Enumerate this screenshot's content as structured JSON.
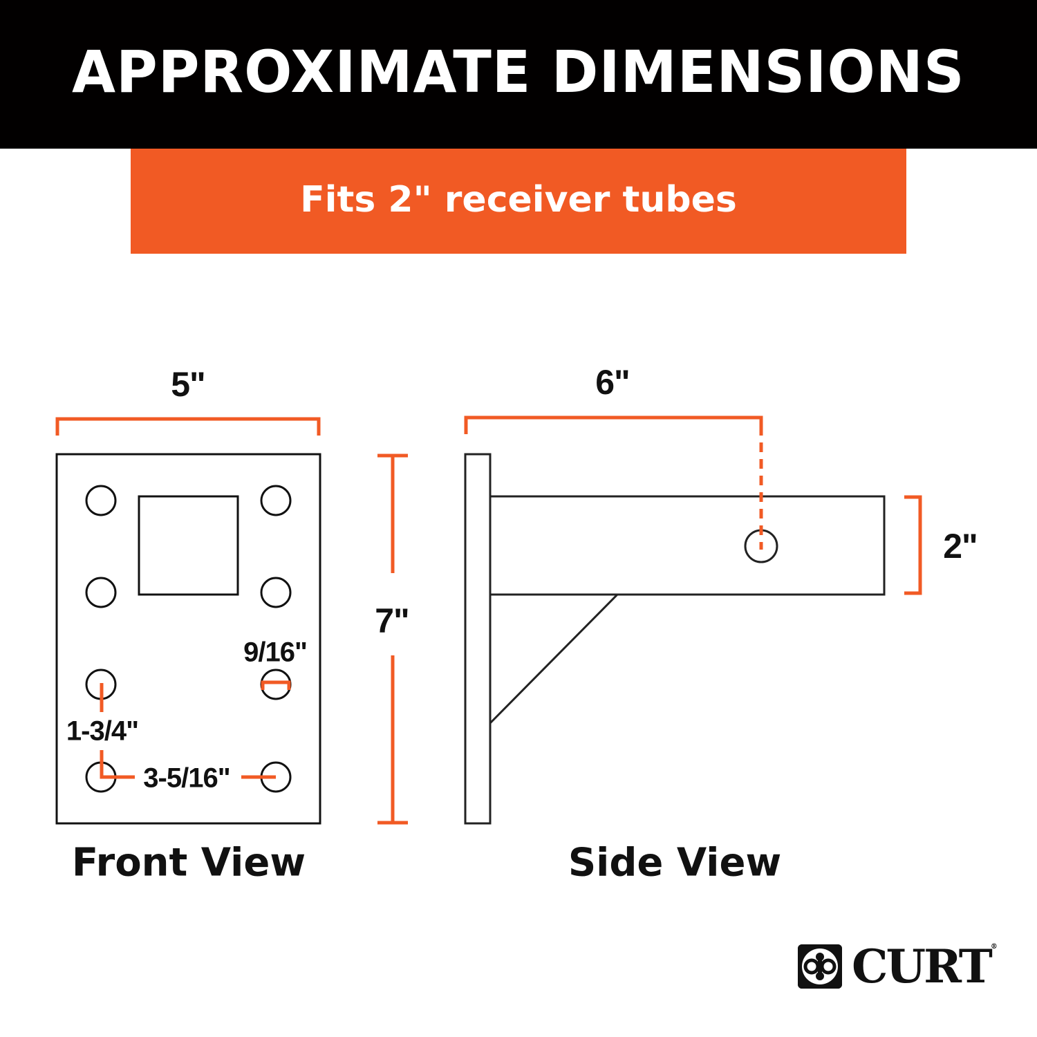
{
  "header": {
    "title": "APPROXIMATE DIMENSIONS"
  },
  "banner": {
    "text": "Fits 2\" receiver tubes"
  },
  "colors": {
    "header_bg": "#020000",
    "accent": "#f15a24",
    "line": "#111111",
    "background": "#ffffff"
  },
  "front_view": {
    "label": "Front View",
    "width_dim": "5\"",
    "height_dim": "7\"",
    "hole_diameter": "9/16\"",
    "hole_vertical_spacing": "1-3/4\"",
    "hole_horizontal_spacing": "3-5/16\"",
    "hole_count": 8
  },
  "side_view": {
    "label": "Side View",
    "length_dim": "6\"",
    "tube_size_dim": "2\""
  },
  "logo": {
    "brand": "CURT",
    "mark": "curt-logo-icon"
  }
}
